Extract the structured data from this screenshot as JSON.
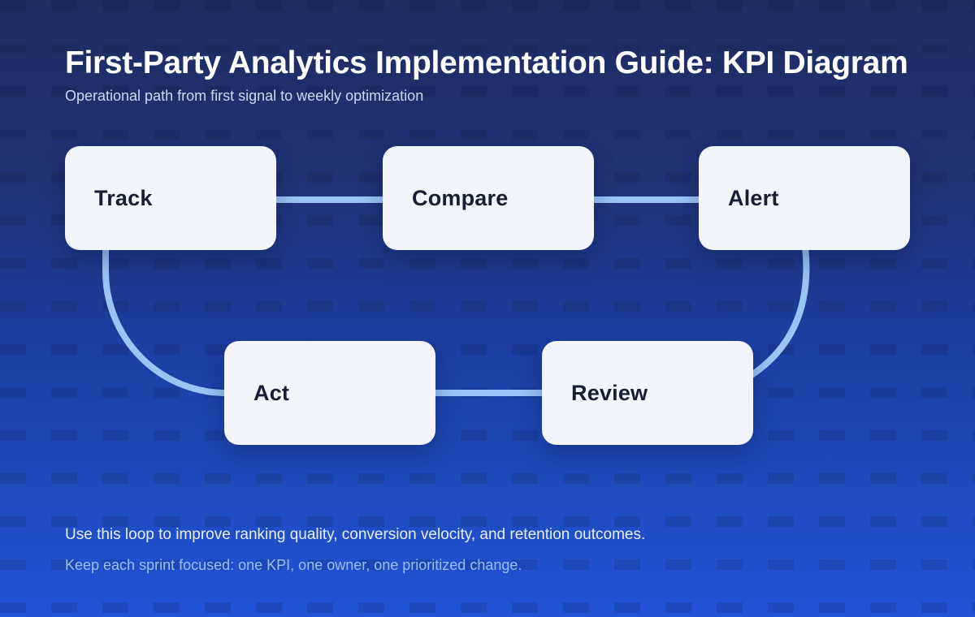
{
  "page": {
    "title": "First-Party Analytics Implementation Guide: KPI Diagram",
    "subtitle": "Operational path from first signal to weekly optimization"
  },
  "diagram": {
    "nodes": [
      {
        "id": "track",
        "label": "Track"
      },
      {
        "id": "compare",
        "label": "Compare"
      },
      {
        "id": "alert",
        "label": "Alert"
      },
      {
        "id": "act",
        "label": "Act"
      },
      {
        "id": "review",
        "label": "Review"
      }
    ],
    "edges": [
      {
        "from": "track",
        "to": "compare"
      },
      {
        "from": "compare",
        "to": "alert"
      },
      {
        "from": "alert",
        "to": "review"
      },
      {
        "from": "act",
        "to": "review"
      },
      {
        "from": "track",
        "to": "act"
      }
    ]
  },
  "footer": {
    "line1": "Use this loop to improve ranking quality, conversion velocity, and retention outcomes.",
    "line2": "Keep each sprint focused: one KPI, one owner, one prioritized change."
  },
  "colors": {
    "background_top": "#212c60",
    "background_bottom": "#2154d7",
    "node_fill": "#f2f5fb",
    "node_text": "#171e36",
    "connector": "#9ac3f6",
    "title_text": "#ffffff",
    "subtitle_text": "#ccd9f0",
    "footer_primary": "#e9eefb",
    "footer_secondary": "#9dbdf0"
  }
}
